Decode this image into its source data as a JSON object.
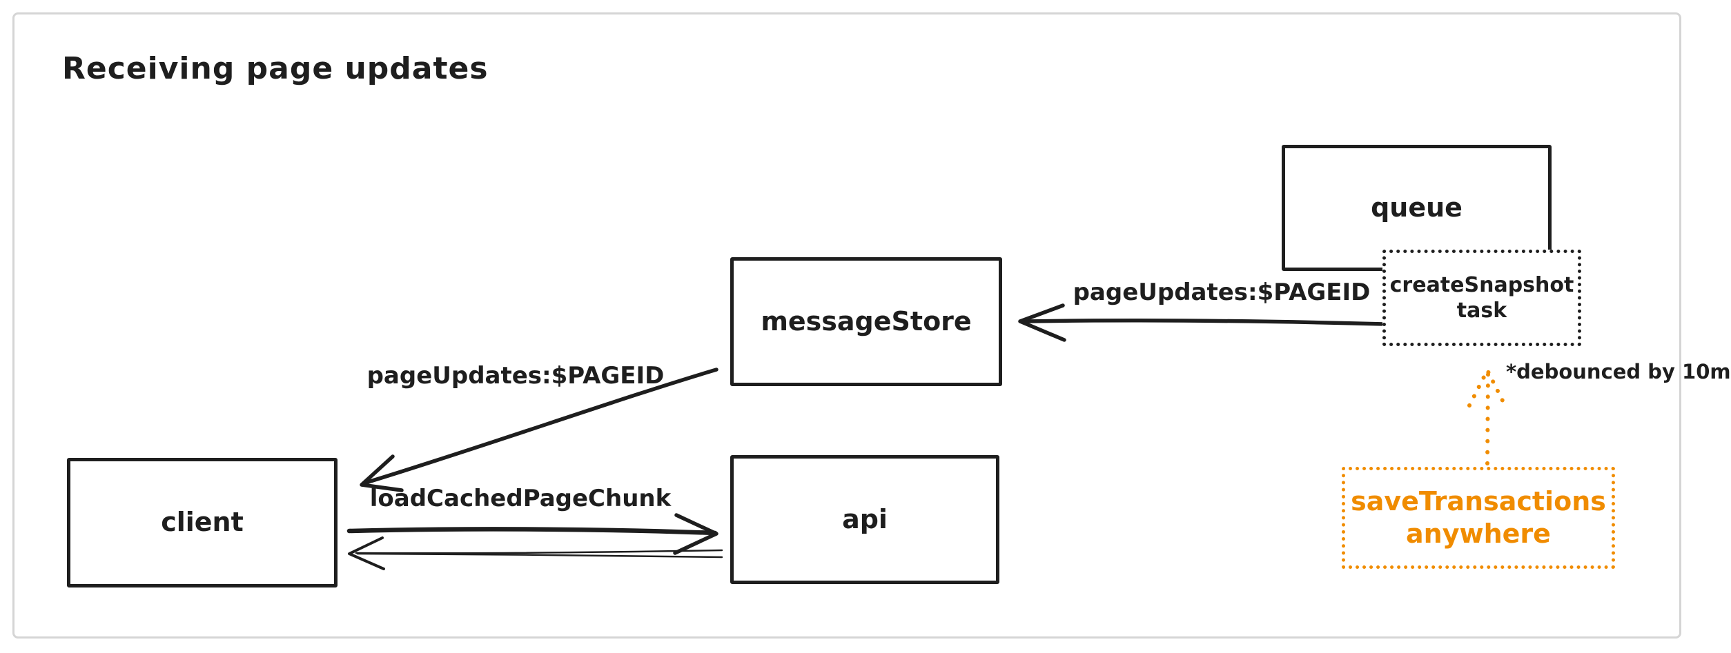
{
  "title": "Receiving page updates",
  "colors": {
    "stroke": "#1e1e1e",
    "accent_orange": "#f08c00",
    "frame_border": "#d5d5d5",
    "background": "#ffffff"
  },
  "nodes": {
    "queue": {
      "label": "queue",
      "border": "solid"
    },
    "create_snapshot": {
      "label_line1": "createSnapshot",
      "label_line2": "task",
      "border": "dotted"
    },
    "message_store": {
      "label": "messageStore",
      "border": "solid"
    },
    "client": {
      "label": "client",
      "border": "solid"
    },
    "api": {
      "label": "api",
      "border": "solid"
    },
    "save_transactions": {
      "label_line1": "saveTransactions",
      "label_line2": "anywhere",
      "border": "dotted-orange"
    }
  },
  "edges": {
    "snapshot_to_message_store": {
      "label": "pageUpdates:$PAGEID",
      "from": "createSnapshot task",
      "to": "messageStore",
      "style": "solid"
    },
    "message_store_to_client": {
      "label": "pageUpdates:$PAGEID",
      "from": "messageStore",
      "to": "client",
      "style": "solid"
    },
    "client_to_api": {
      "label": "loadCachedPageChunk",
      "from": "client",
      "to": "api",
      "style": "solid"
    },
    "api_to_client": {
      "label": "",
      "from": "api",
      "to": "client",
      "style": "double-line"
    },
    "save_transactions_to_snapshot": {
      "label": "",
      "from": "saveTransactions anywhere",
      "to": "createSnapshot task",
      "style": "dotted-orange"
    }
  },
  "annotations": {
    "debounce_note": "*debounced by 10m"
  }
}
